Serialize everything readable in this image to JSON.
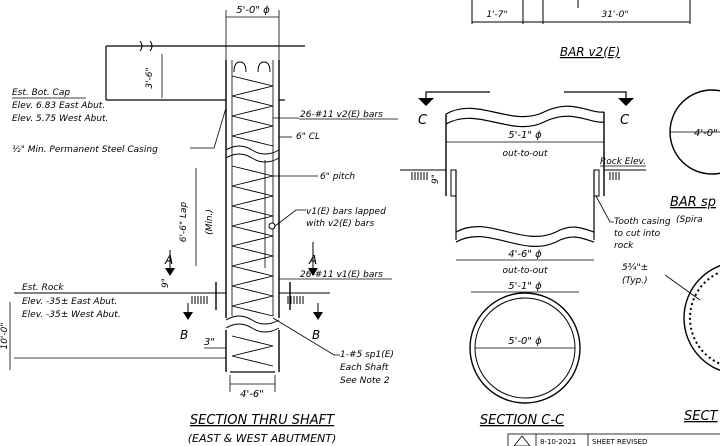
{
  "section_shaft": {
    "dia_top": "5'-0\" ϕ",
    "dim_cap": "3'-6\"",
    "cap_label_1": "Est. Bot. Cap",
    "cap_label_2": "Elev. 6.83 East Abut.",
    "cap_label_3": "Elev. 5.75 West Abut.",
    "casing_label": "½\" Min. Permanent Steel Casing",
    "bars_v2": "26-#11 v2(E) bars",
    "cl_label": "6\" CL",
    "pitch_label": "6\" pitch",
    "lap_label": "6'-6\" Lap",
    "lap_min": "(Min.)",
    "lapped_1": "v1(E) bars lapped",
    "lapped_2": "with v2(E) bars",
    "bars_v1": "26-#11 v1(E) bars",
    "cut_a": "A",
    "cut_b": "B",
    "dim_9": "9\"",
    "rock_label_1": "Est. Rock",
    "rock_label_2": "Elev. -35± East Abut.",
    "rock_label_3": "Elev. -35± West Abut.",
    "dim_10": "10'-0\"",
    "dim_3": "3\"",
    "spiral_1": "1-#5 sp1(E)",
    "spiral_2": "Each Shaft",
    "spiral_3": "See Note 2",
    "dia_bottom": "4'-6\"",
    "title": "SECTION THRU SHAFT",
    "subtitle": "(EAST & WEST ABUTMENT)"
  },
  "bar_v2": {
    "dim_left": "1'-7\"",
    "dim_right": "31'-0\"",
    "title": "BAR v2(E)"
  },
  "middle": {
    "cut_c": "C",
    "dim_top": "5'-1\" ϕ",
    "out_to_out_top": "out-to-out",
    "rock_elev": "Rock Elev.",
    "dim_9": "9\"",
    "tooth_1": "Tooth casing",
    "tooth_2": "to cut into",
    "tooth_3": "rock",
    "dim_bottom": "4'-6\" ϕ",
    "out_to_out_bottom": "out-to-out",
    "cc_top": "5'-1\" ϕ",
    "cc_inner": "5'-0\" ϕ",
    "cc_title": "SECTION C-C"
  },
  "right_edge": {
    "circle_dim": "4'-0\"",
    "bar_sp_title": "BAR sp",
    "spiral_note": "(Spira",
    "dim_small": "5¾\"±",
    "typ": "(Typ.)",
    "sect_partial": "SECT",
    "date": "8-10-2021",
    "revised": "SHEET REVISED"
  }
}
